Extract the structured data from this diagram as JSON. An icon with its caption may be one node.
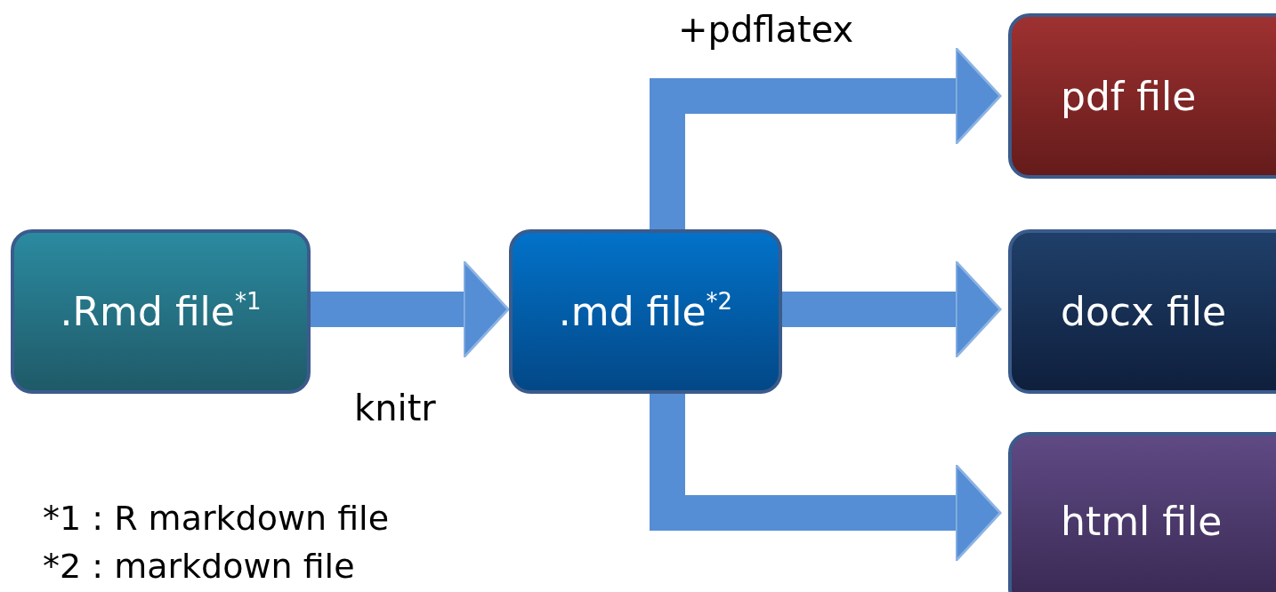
{
  "diagram": {
    "nodes": [
      {
        "text": [
          ".Rmd file$^{*1}$"
        ]
      },
      {
        "text": [
          ".md file$^{*2}$"
        ]
      },
      {
        "text": [
          "pdf file"
        ]
      },
      {
        "text": [
          "docx file"
        ]
      },
      {
        "text": [
          "html file"
        ]
      }
    ],
    "edges": [
      {
        "from": 0,
        "to": 1,
        "arrow": "to",
        "label": "knitr"
      },
      {
        "from": 1,
        "to": 2,
        "arrow": "to",
        "label": "+pdflatex"
      },
      {
        "from": 1,
        "to": 3,
        "arrow": "to"
      },
      {
        "from": 1,
        "to": 4,
        "arrow": "to"
      }
    ],
    "labels": [
      "*1 : R markdown file",
      "*2 : markdown file"
    ]
  }
}
